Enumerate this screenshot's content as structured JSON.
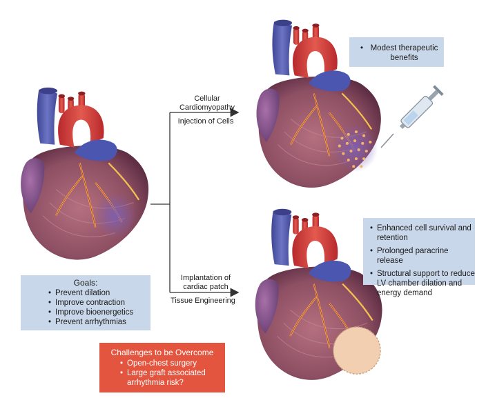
{
  "goals": {
    "title": "Goals:",
    "items": [
      "Prevent dilation",
      "Improve contraction",
      "Improve bioenergetics",
      "Prevent arrhythmias"
    ]
  },
  "cellular": {
    "label": "Cellular Cardiomyopathy",
    "sublabel": "Injection of Cells",
    "benefits": [
      "Modest therapeutic benefits"
    ]
  },
  "tissue": {
    "label": "Tissue Engineering",
    "sublabel": "Implantation of cardiac patch",
    "benefits": [
      "Enhanced cell survival and retention",
      "Prolonged paracrine release",
      "Structural support to reduce LV chamber dilation and energy demand"
    ]
  },
  "challenges": {
    "title": "Challenges to be Overcome",
    "items": [
      "Open-chest surgery",
      "Large graft associated arrhythmia risk?"
    ]
  },
  "colors": {
    "box_blue": "#c9d7ea",
    "challenge_red": "#e4553f",
    "aorta_red": "#d8403b",
    "vein_blue": "#5b63b8",
    "myocardium": "#9a5a6e",
    "coronary_yellow": "#f2c14e",
    "cell_dots": "#f3b36b",
    "patch": "#f1cfb0"
  }
}
